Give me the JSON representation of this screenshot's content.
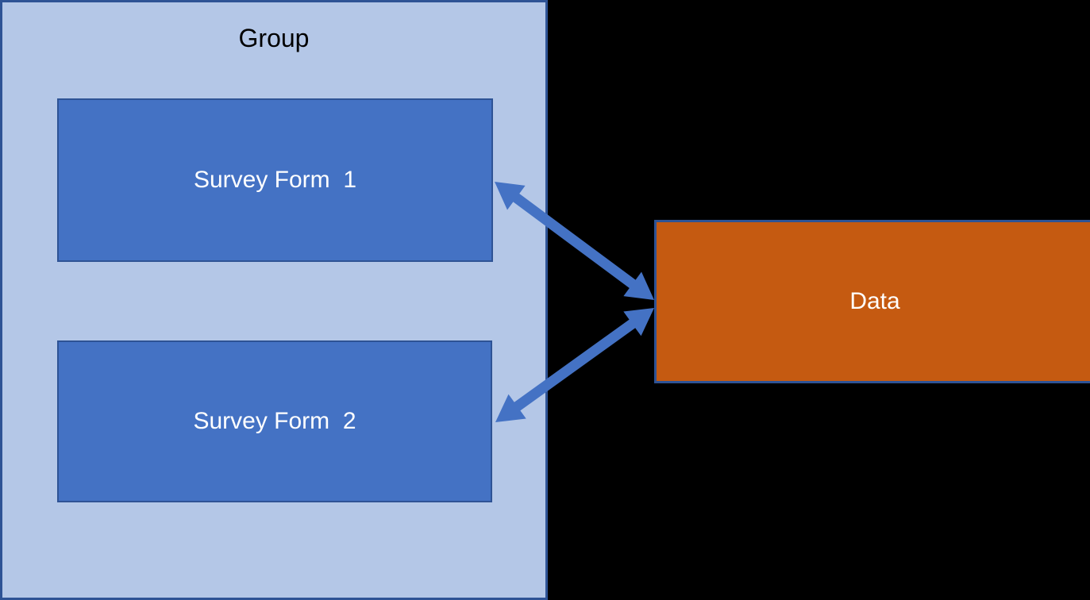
{
  "diagram": {
    "background_color": "#000000",
    "border_color": "#2E5395",
    "arrow_color": "#4472C4"
  },
  "group": {
    "label": "Group",
    "fill_color": "#B4C7E7",
    "border_color": "#2E5395",
    "label_color": "#000000",
    "items": [
      {
        "label": "Survey Form  1",
        "fill_color": "#4472C4",
        "border_color": "#2E5395",
        "text_color": "#FFFFFF"
      },
      {
        "label": "Survey Form  2",
        "fill_color": "#4472C4",
        "border_color": "#2E5395",
        "text_color": "#FFFFFF"
      }
    ]
  },
  "data_box": {
    "label": "Data",
    "fill_color": "#C55A11",
    "border_color": "#2E5395",
    "text_color": "#FFFFFF"
  },
  "connectors": [
    {
      "type": "double-arrow",
      "from": "Survey Form  1",
      "to": "Data",
      "color": "#4472C4"
    },
    {
      "type": "double-arrow",
      "from": "Survey Form  2",
      "to": "Data",
      "color": "#4472C4"
    }
  ]
}
